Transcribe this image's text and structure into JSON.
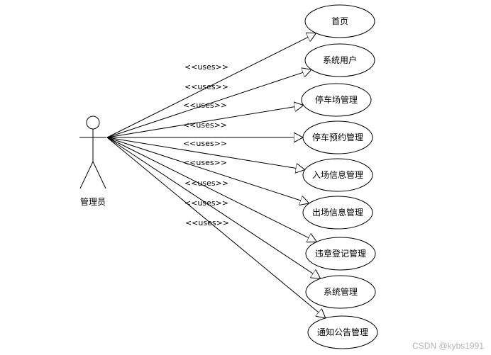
{
  "actor": {
    "label": "管理员"
  },
  "relation_label": "<<uses>>",
  "use_cases": [
    {
      "label": "首页"
    },
    {
      "label": "系统用户"
    },
    {
      "label": "停车场管理"
    },
    {
      "label": "停车预约管理"
    },
    {
      "label": "入场信息管理"
    },
    {
      "label": "出场信息管理"
    },
    {
      "label": "违章登记管理"
    },
    {
      "label": "系统管理"
    },
    {
      "label": "通知公告管理"
    }
  ],
  "watermark": "CSDN @kybs1991"
}
